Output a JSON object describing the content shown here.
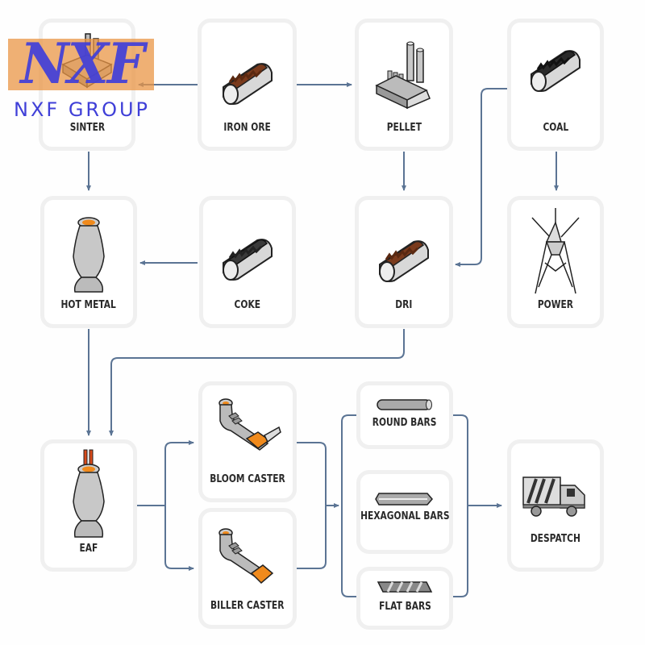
{
  "logo": {
    "mark": "NXF",
    "subtitle": "NXF GROUP"
  },
  "nodes": {
    "sinter": {
      "label": "SINTER",
      "icon": "factory-icon"
    },
    "iron_ore": {
      "label": "IRON ORE",
      "icon": "ore-bin-icon"
    },
    "pellet": {
      "label": "PELLET",
      "icon": "factory-icon"
    },
    "coal": {
      "label": "COAL",
      "icon": "coal-bin-icon"
    },
    "hot_metal": {
      "label": "HOT METAL",
      "icon": "ladle-icon"
    },
    "coke": {
      "label": "COKE",
      "icon": "coke-bin-icon"
    },
    "dri": {
      "label": "DRI",
      "icon": "ore-bin-icon"
    },
    "power": {
      "label": "POWER",
      "icon": "power-tower-icon"
    },
    "eaf": {
      "label": "EAF",
      "icon": "furnace-icon"
    },
    "bloom_caster": {
      "label": "BLOOM CASTER",
      "icon": "caster-icon"
    },
    "biller_caster": {
      "label": "BILLER CASTER",
      "icon": "caster-icon"
    },
    "round_bars": {
      "label": "ROUND BARS",
      "icon": "round-bar-icon"
    },
    "hexagonal_bars": {
      "label": "HEXAGONAL BARS",
      "icon": "hex-bar-icon"
    },
    "flat_bars": {
      "label": "FLAT BARS",
      "icon": "flat-bar-icon"
    },
    "despatch": {
      "label": "DESPATCH",
      "icon": "truck-icon"
    }
  },
  "edges": [
    [
      "iron_ore",
      "sinter"
    ],
    [
      "iron_ore",
      "pellet"
    ],
    [
      "sinter",
      "hot_metal"
    ],
    [
      "pellet",
      "dri"
    ],
    [
      "coal",
      "dri"
    ],
    [
      "coal",
      "power"
    ],
    [
      "coke",
      "hot_metal"
    ],
    [
      "hot_metal",
      "eaf"
    ],
    [
      "dri",
      "eaf"
    ],
    [
      "eaf",
      "bloom_caster"
    ],
    [
      "eaf",
      "biller_caster"
    ],
    [
      "bloom_caster",
      "round_bars"
    ],
    [
      "bloom_caster",
      "hexagonal_bars"
    ],
    [
      "bloom_caster",
      "flat_bars"
    ],
    [
      "biller_caster",
      "round_bars"
    ],
    [
      "biller_caster",
      "hexagonal_bars"
    ],
    [
      "biller_caster",
      "flat_bars"
    ],
    [
      "round_bars",
      "despatch"
    ],
    [
      "hexagonal_bars",
      "despatch"
    ],
    [
      "flat_bars",
      "despatch"
    ]
  ],
  "colors": {
    "connector": "#5b7494",
    "card_border": "#f0f0f0",
    "molten": "#f08a1c",
    "ore": "#7a3a1c"
  }
}
